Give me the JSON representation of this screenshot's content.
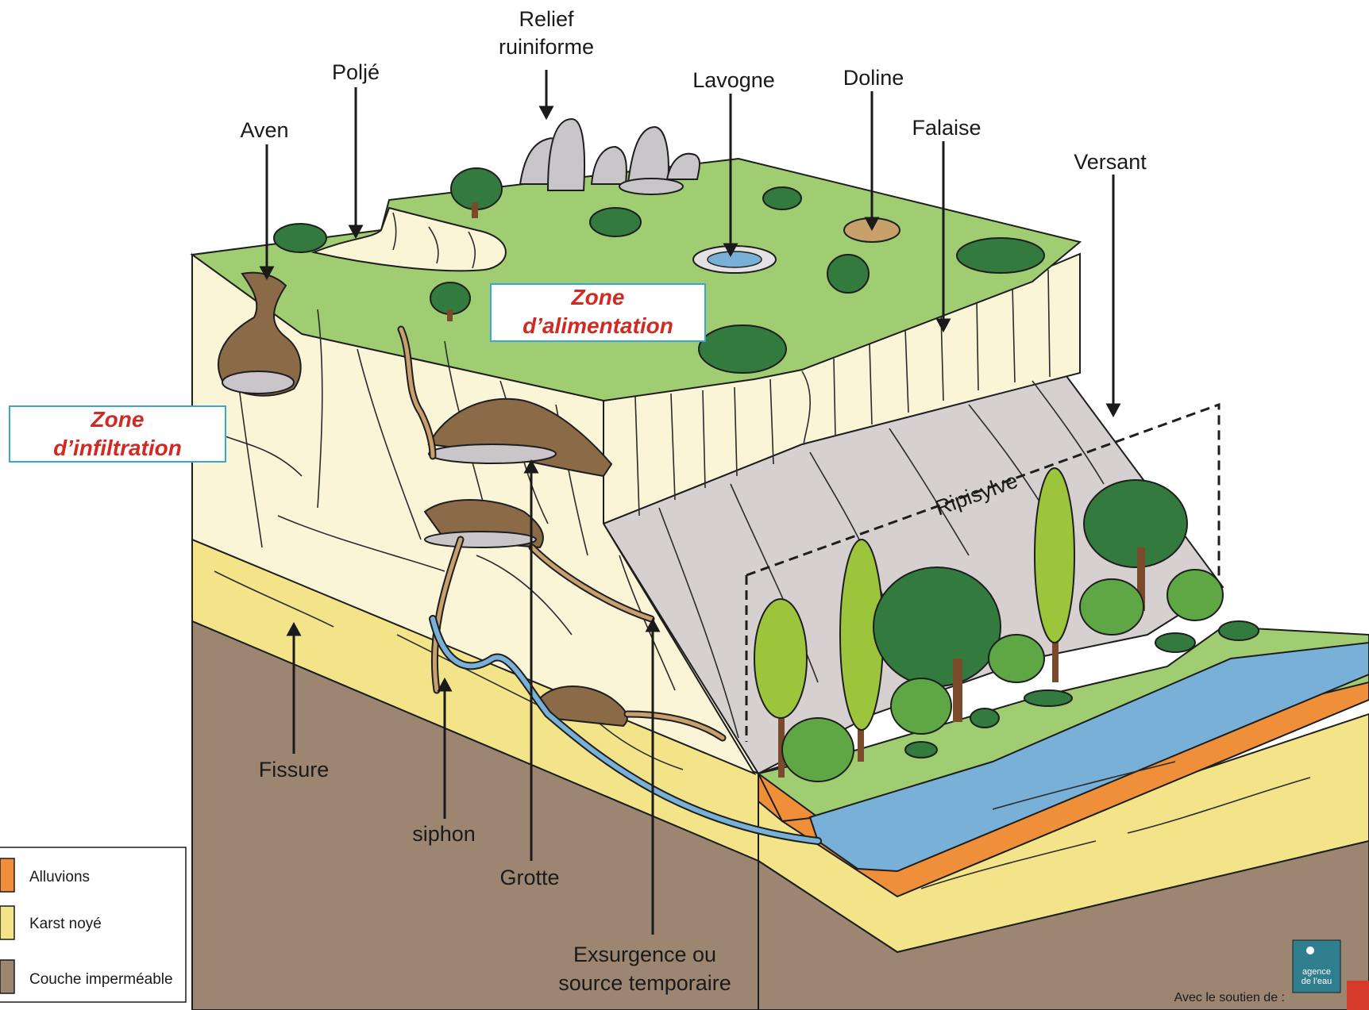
{
  "labels": {
    "relief": [
      "Relief",
      "ruiniforme"
    ],
    "polje": "Poljé",
    "aven": "Aven",
    "lavogne": "Lavogne",
    "doline": "Doline",
    "falaise": "Falaise",
    "versant": "Versant",
    "ripisylve": "Ripisylve",
    "fissure": "Fissure",
    "siphon": "siphon",
    "grotte": "Grotte",
    "exsurgence": [
      "Exsurgence ou",
      "source temporaire"
    ]
  },
  "zones": {
    "alimentation": [
      "Zone",
      "d’alimentation"
    ],
    "infiltration": [
      "Zone",
      "d’infiltration"
    ]
  },
  "legend": {
    "items": [
      {
        "label": "Alluvions",
        "color": "#ef8f3a"
      },
      {
        "label": "Karst noyé",
        "color": "#f4e489"
      },
      {
        "label": "Couche imperméable",
        "color": "#9d8671"
      }
    ]
  },
  "footer": {
    "support": "Avec le soutien de :",
    "logo_text": [
      "agence",
      "de l’eau"
    ]
  },
  "colors": {
    "plateau": "#a0cd72",
    "limestone": "#fbf5d8",
    "karst": "#f4e489",
    "impermeable": "#9d8671",
    "alluvium": "#ef8f3a",
    "river": "#78b0d7",
    "scree": "#d6d0d0",
    "cave": "#8b6a47",
    "tree_dark": "#337a3f",
    "tree_light": "#9cc53c",
    "zone_text": "#d12a22",
    "zone_border": "#3aa7d3"
  }
}
